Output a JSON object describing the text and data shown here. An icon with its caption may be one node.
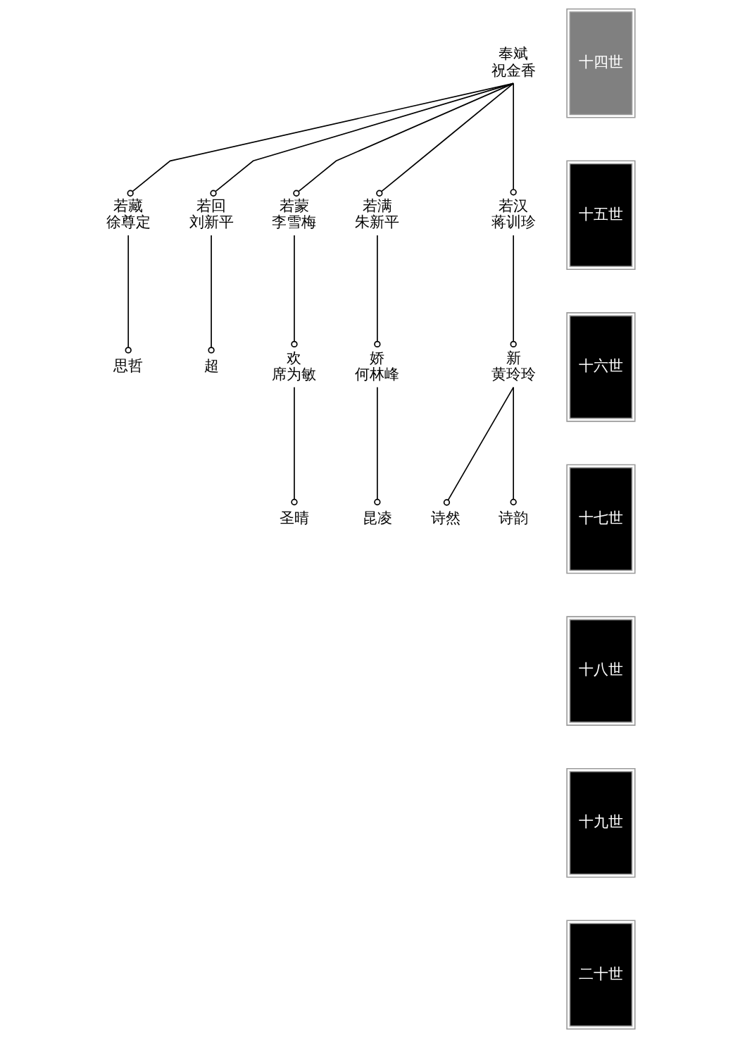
{
  "diagram": {
    "nodes": [
      {
        "text": [
          "十四世"
        ]
      },
      {
        "text": [
          "十五世"
        ]
      },
      {
        "text": [
          "十六世"
        ]
      },
      {
        "text": [
          "十七世"
        ]
      },
      {
        "text": [
          "十八世"
        ]
      },
      {
        "text": [
          "十九世"
        ]
      },
      {
        "text": [
          "二十世"
        ]
      },
      {
        "text": [
          "奉斌",
          "祝金香"
        ]
      },
      {
        "text": [
          "若汉",
          "蒋训珍"
        ]
      },
      {
        "text": [
          "若满",
          "朱新平"
        ]
      },
      {
        "text": [
          "若蒙",
          "李雪梅"
        ]
      },
      {
        "text": [
          "若回",
          "刘新平"
        ]
      },
      {
        "text": [
          "若藏",
          "徐尊定"
        ]
      },
      {
        "text": [
          "新",
          "黄玲玲"
        ]
      },
      {
        "text": [
          "娇",
          "何林峰"
        ]
      },
      {
        "text": [
          "欢",
          "席为敏"
        ]
      },
      {
        "text": [
          "超"
        ]
      },
      {
        "text": [
          "思哲"
        ]
      },
      {
        "text": [
          "诗韵"
        ]
      },
      {
        "text": [
          "诗然"
        ]
      },
      {
        "text": [
          "昆凌"
        ]
      },
      {
        "text": [
          "圣晴"
        ]
      }
    ],
    "edges": [
      {
        "from": 7,
        "to": 8,
        "arrow": "other"
      },
      {
        "from": 7,
        "to": 9,
        "arrow": "other"
      },
      {
        "from": 7,
        "to": 10,
        "arrow": "other"
      },
      {
        "from": 7,
        "to": 11,
        "arrow": "other"
      },
      {
        "from": 7,
        "to": 12,
        "arrow": "other"
      },
      {
        "from": 8,
        "to": 13,
        "arrow": "other"
      },
      {
        "from": 9,
        "to": 14,
        "arrow": "other"
      },
      {
        "from": 10,
        "to": 15,
        "arrow": "other"
      },
      {
        "from": 11,
        "to": 16,
        "arrow": "other"
      },
      {
        "from": 12,
        "to": 17,
        "arrow": "other"
      },
      {
        "from": 13,
        "to": 18,
        "arrow": "other"
      },
      {
        "from": 13,
        "to": 19,
        "arrow": "other"
      },
      {
        "from": 14,
        "to": 20,
        "arrow": "other"
      },
      {
        "from": 15,
        "to": 21,
        "arrow": "other"
      }
    ]
  }
}
